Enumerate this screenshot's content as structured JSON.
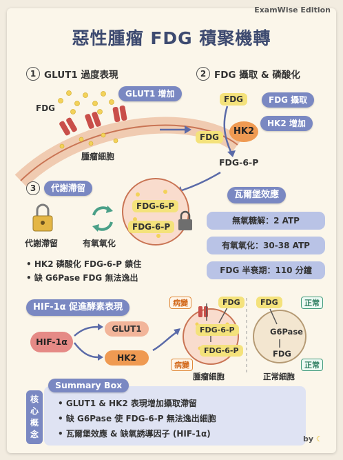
{
  "brand": "ExamWise Edition",
  "title": "惡性腫瘤 FDG 積聚機轉",
  "step1": {
    "num": "1",
    "heading": "GLUT1 過度表現",
    "callout": "GLUT1 增加",
    "fdg": "FDG",
    "cell_label": "腫瘤細胞"
  },
  "step2": {
    "num": "2",
    "heading": "FDG 攝取 & 磷酸化",
    "fdg_top": "FDG",
    "fdg_left": "FDG",
    "hk2": "HK2",
    "product": "FDG-6-P",
    "callout_uptake": "FDG 攝取",
    "callout_hk2": "HK2 增加"
  },
  "step3": {
    "num": "3",
    "heading": "代謝滯留",
    "trap_label": "代謝滯留",
    "oxid_label": "有氧氧化",
    "fdg6p_a": "FDG-6-P",
    "fdg6p_b": "FDG-6-P",
    "bullets": [
      "HK2 磷酸化 FDG-6-P 鎖住",
      "缺 G6Pase FDG 無法逸出"
    ]
  },
  "warburg": {
    "title": "瓦爾堡效應",
    "rows": [
      "無氧糖解：2 ATP",
      "有氧氧化：30-38 ATP",
      "FDG 半衰期：110 分鐘"
    ]
  },
  "hif": {
    "title": "HIF-1α 促進酵素表現",
    "source": "HIF-1α",
    "glut1": "GLUT1",
    "hk2": "HK2",
    "tumor": {
      "tag_top": "病變",
      "tag_bottom": "病變",
      "fdg": "FDG",
      "fdg6p_a": "FDG-6-P",
      "fdg6p_b": "FDG-6-P",
      "label": "腫瘤細胞"
    },
    "normal": {
      "fdg_in": "FDG",
      "tag_top": "正常",
      "tag_bottom": "正常",
      "enzyme": "G6Pase",
      "fdg_out": "FDG",
      "label": "正常細胞"
    }
  },
  "summary": {
    "side_label": [
      "核",
      "心",
      "概",
      "念"
    ],
    "title": "Summary Box",
    "items": [
      "GLUT1 & HK2 表現增加攝取滯留",
      "缺 G6Pase 使 FDG-6-P 無法逸出細胞",
      "瓦爾堡效應 & 缺氧誘導因子 (HIF-1α)"
    ]
  },
  "footer": "by",
  "colors": {
    "title": "#3d4a70",
    "pill": "#7a88c2",
    "cell": "#e9a07a",
    "orange": "#ef9a52",
    "glucose": "#f3d25a"
  }
}
